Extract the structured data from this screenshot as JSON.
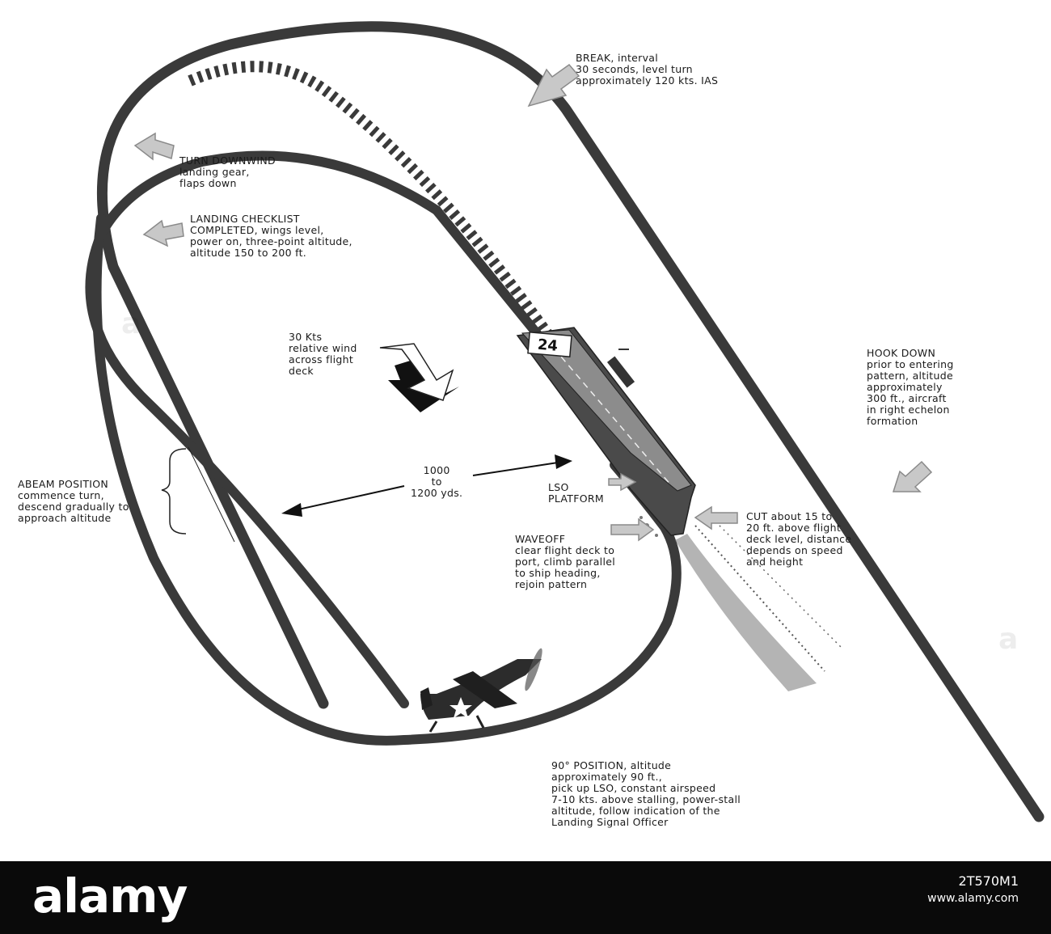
{
  "diagram": {
    "ship_number": "24",
    "labels": {
      "break": [
        "BREAK, interval",
        "30 seconds, level turn",
        "approximately 120 kts. IAS"
      ],
      "turn_downwind": [
        "TURN DOWNWIND",
        "landing gear,",
        "flaps down"
      ],
      "landing_checklist": [
        "LANDING CHECKLIST",
        "COMPLETED, wings level,",
        "power on, three-point altitude,",
        "altitude 150 to 200 ft."
      ],
      "wind": [
        "30 Kts",
        "relative wind",
        "across flight",
        "deck"
      ],
      "hook_down": [
        "HOOK DOWN",
        "prior to entering",
        "pattern, altitude",
        "approximately",
        "300 ft., aircraft",
        "in right echelon",
        "formation"
      ],
      "abeam": [
        "ABEAM POSITION",
        "commence turn,",
        "descend gradually to",
        "approach altitude"
      ],
      "distance": [
        "1000",
        "to",
        "1200 yds."
      ],
      "lso": [
        "LSO",
        "PLATFORM"
      ],
      "cut": [
        "CUT about 15 to",
        "20 ft. above flight",
        "deck level, distance",
        "depends on speed",
        "and height"
      ],
      "waveoff": [
        "WAVEOFF",
        "clear flight deck to",
        "port, climb parallel",
        "to ship heading,",
        "rejoin pattern"
      ],
      "ninety": [
        "90° POSITION, altitude",
        "approximately 90 ft.,",
        "pick up LSO, constant airspeed",
        "7-10 kts. above stalling, power-stall",
        "altitude, follow indication of the",
        "Landing Signal Officer"
      ]
    }
  },
  "stock_bar": {
    "logo": "alamy",
    "image_id": "2T570M1",
    "url": "www.alamy.com"
  },
  "colors": {
    "track": "#3a3a3a",
    "arrow_fill": "#c8c8c8",
    "arrow_stroke": "#8a8a8a",
    "bar": "#0a0a0a"
  }
}
